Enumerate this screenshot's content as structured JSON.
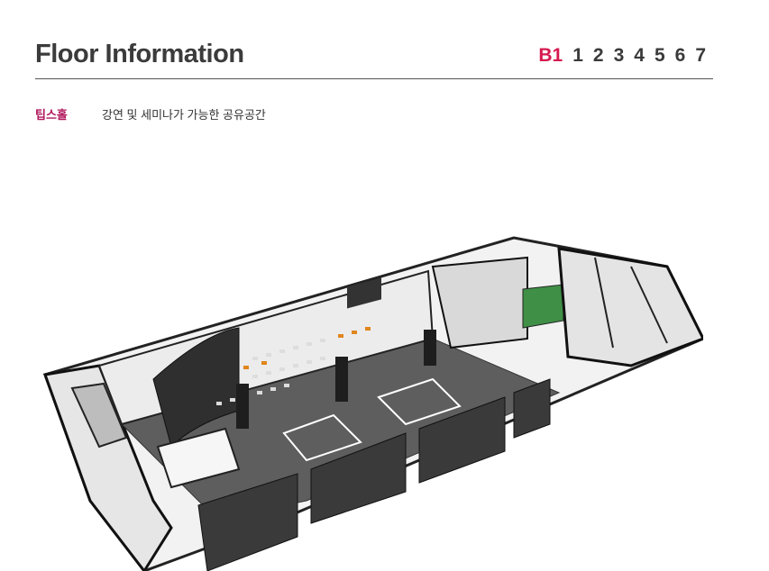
{
  "header": {
    "title": "Floor Information",
    "floors": [
      "B1",
      "1",
      "2",
      "3",
      "4",
      "5",
      "6",
      "7"
    ],
    "active_floor": "B1",
    "active_color": "#d6194f"
  },
  "room": {
    "name": "팁스홀",
    "description": "강연 및 세미나가 가능한 공유공간"
  },
  "floor_plan": {
    "icon": "isometric-floor-plan"
  }
}
